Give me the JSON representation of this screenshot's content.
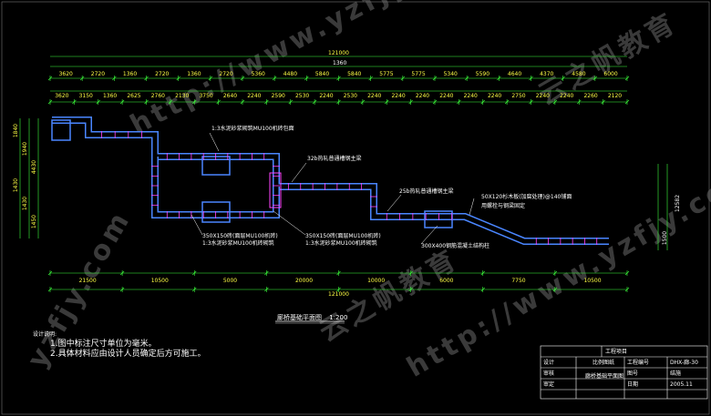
{
  "dims": {
    "overall_top": "121000",
    "total_1360": "1360",
    "row1": [
      "3620",
      "2720",
      "1360",
      "2720",
      "1360",
      "2720",
      "5360",
      "4480",
      "5840",
      "5840",
      "5775",
      "5775",
      "5340",
      "5590",
      "4640",
      "4370",
      "4580",
      "6000"
    ],
    "row2": [
      "3620",
      "3150",
      "1360",
      "2625",
      "2760",
      "2130",
      "3750",
      "2640",
      "2240",
      "2590",
      "2530",
      "2240",
      "2530",
      "2240",
      "2240",
      "2240",
      "2240",
      "2240",
      "2240",
      "2750",
      "2240",
      "2240",
      "2260",
      "2120"
    ],
    "left_side": [
      "1840",
      "1940",
      "4430",
      "1430",
      "1430",
      "1450"
    ],
    "right_side": [
      "12582",
      "1500"
    ],
    "bottom_row": [
      "21500",
      "10500",
      "5000",
      "20000",
      "10000",
      "6000",
      "7750",
      "10500"
    ],
    "overall_bottom": "121000"
  },
  "annotations": {
    "a1": "1:3水泥砂浆砌筑MU100机砖包面",
    "a2": "32b热轧普通槽钢主梁",
    "a3": "25b热轧普通槽钢主梁",
    "a4": "50X120杉木板(加腐处理)@140铺面",
    "a5": "用螺栓与钢梁固定",
    "a6": "350X150砖(面层MU100机砖)",
    "a7": "1:3水泥砂浆MU100机砖砌筑",
    "a8": "350X150砖(面层MU100机砖)",
    "a9": "1:3水泥砂浆MU100机砖砌筑",
    "a10": "300X400钢筋混凝土结构柱"
  },
  "plan_title": "廊桥基础平面图",
  "plan_scale": "1:200",
  "notes": {
    "heading": "设计说明:",
    "items": [
      "1.图中标注尺寸单位为毫米。",
      "2.具体材料应由设计人员确定后方可施工。"
    ]
  },
  "title_block": {
    "project": "工程项目",
    "r1a": "设计",
    "r1b": "比例图纸",
    "r1c": "工程编号",
    "r1d": "DHX-廊-30",
    "r2a": "审核",
    "r2b": "廊桥基础平面图",
    "r2c": "图号",
    "r2d": "结施",
    "r3a": "审定",
    "r3b": "日期",
    "r3c": "2005.11"
  },
  "watermarks": [
    "http://www.yzfjy.com",
    "云之帆教育",
    "http://www.yzfjy.com",
    "云之帆教育",
    "yzfjy.com"
  ],
  "colors": {
    "bg": "#000000",
    "bridge": "#4a86ff",
    "ext": "#ff44ff",
    "dim": "#3dff3d",
    "text": "#ffffff",
    "title": "#ffffff"
  }
}
